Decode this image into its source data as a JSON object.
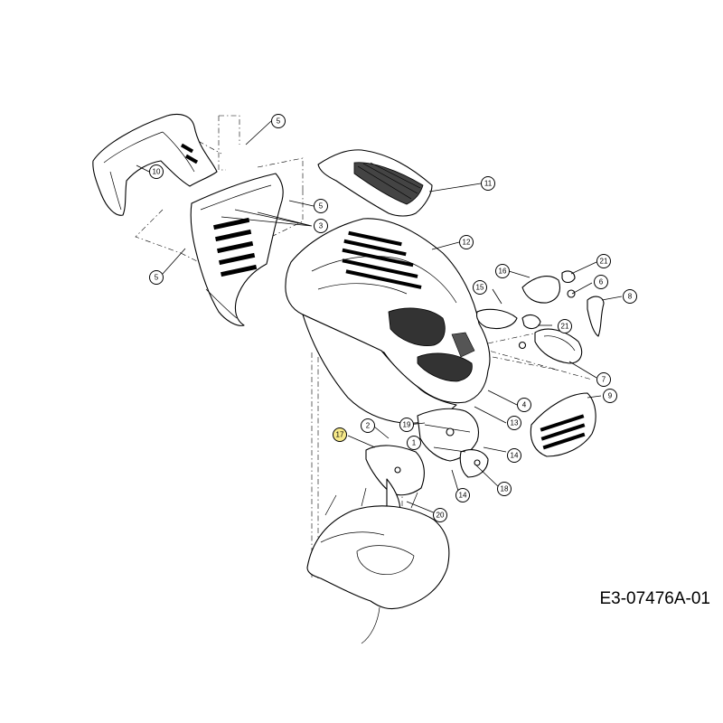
{
  "drawing_code": "E3-07476A-01",
  "callouts": [
    {
      "label": "1",
      "highlight": false
    },
    {
      "label": "2",
      "highlight": false
    },
    {
      "label": "3",
      "highlight": false
    },
    {
      "label": "4",
      "highlight": false
    },
    {
      "label": "5",
      "highlight": false
    },
    {
      "label": "5",
      "highlight": false
    },
    {
      "label": "5",
      "highlight": false
    },
    {
      "label": "6",
      "highlight": false
    },
    {
      "label": "7",
      "highlight": false
    },
    {
      "label": "8",
      "highlight": false
    },
    {
      "label": "9",
      "highlight": false
    },
    {
      "label": "10",
      "highlight": false
    },
    {
      "label": "11",
      "highlight": false
    },
    {
      "label": "12",
      "highlight": false
    },
    {
      "label": "13",
      "highlight": false
    },
    {
      "label": "14",
      "highlight": false
    },
    {
      "label": "14",
      "highlight": false
    },
    {
      "label": "15",
      "highlight": false
    },
    {
      "label": "16",
      "highlight": false
    },
    {
      "label": "17",
      "highlight": true
    },
    {
      "label": "18",
      "highlight": false
    },
    {
      "label": "19",
      "highlight": false
    },
    {
      "label": "20",
      "highlight": false
    },
    {
      "label": "21",
      "highlight": false
    },
    {
      "label": "21",
      "highlight": false
    }
  ],
  "colors": {
    "line": "#000000",
    "background": "#ffffff",
    "highlight": "#f6e98a"
  }
}
